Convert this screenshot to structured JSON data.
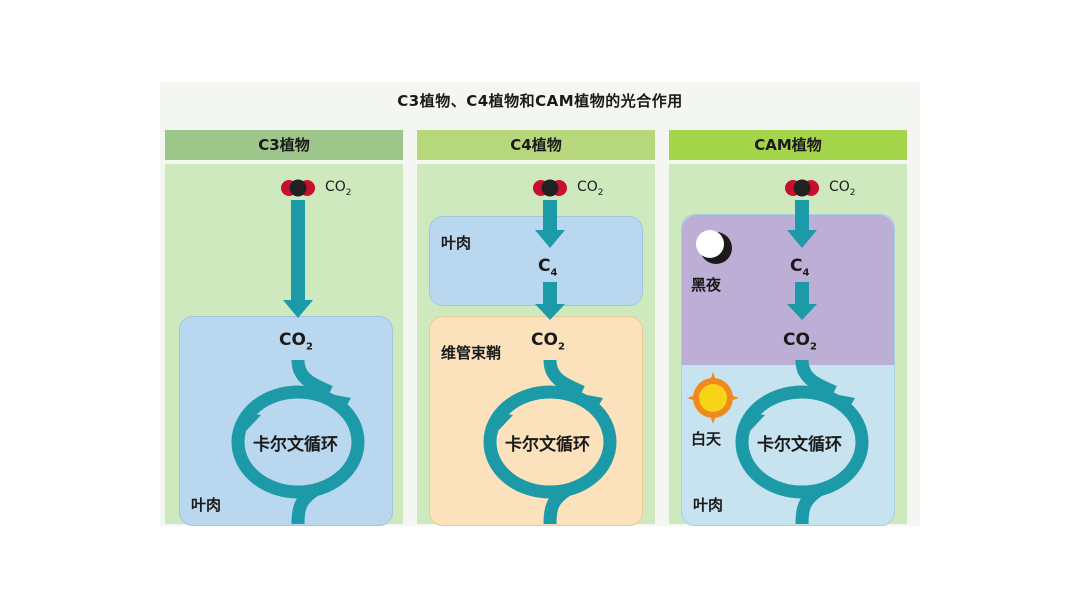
{
  "title": "C3植物、C4植物和CAM植物的光合作用",
  "colors": {
    "arrow": "#1d9aa8",
    "header_c3": "#9cc68a",
    "header_c4": "#b6d77c",
    "header_cam": "#a4d44a",
    "panel_bg": "#cfe9bf",
    "mesophyll": "#b9d7ef",
    "bundle_sheath": "#fbe2bd",
    "night": "#bcaed4",
    "day": "#c7e3ef"
  },
  "panels": [
    {
      "header": "C3植物",
      "co2_in": {
        "base": "CO",
        "sub": "2"
      },
      "co2_inner": {
        "base": "CO",
        "sub": "2"
      },
      "cycle": "卡尔文循环",
      "region_label": "叶肉"
    },
    {
      "header": "C4植物",
      "co2_in": {
        "base": "CO",
        "sub": "2"
      },
      "top_region_label": "叶肉",
      "c4": {
        "base": "C",
        "sub": "4"
      },
      "co2_inner": {
        "base": "CO",
        "sub": "2"
      },
      "bottom_region_label": "维管束鞘",
      "cycle": "卡尔文循环"
    },
    {
      "header": "CAM植物",
      "co2_in": {
        "base": "CO",
        "sub": "2"
      },
      "night_label": "黑夜",
      "c4": {
        "base": "C",
        "sub": "4"
      },
      "co2_inner": {
        "base": "CO",
        "sub": "2"
      },
      "day_label": "白天",
      "cycle": "卡尔文循环",
      "region_label": "叶肉"
    }
  ],
  "icons": [
    "co2-molecule-icon",
    "moon-icon",
    "sun-icon"
  ]
}
